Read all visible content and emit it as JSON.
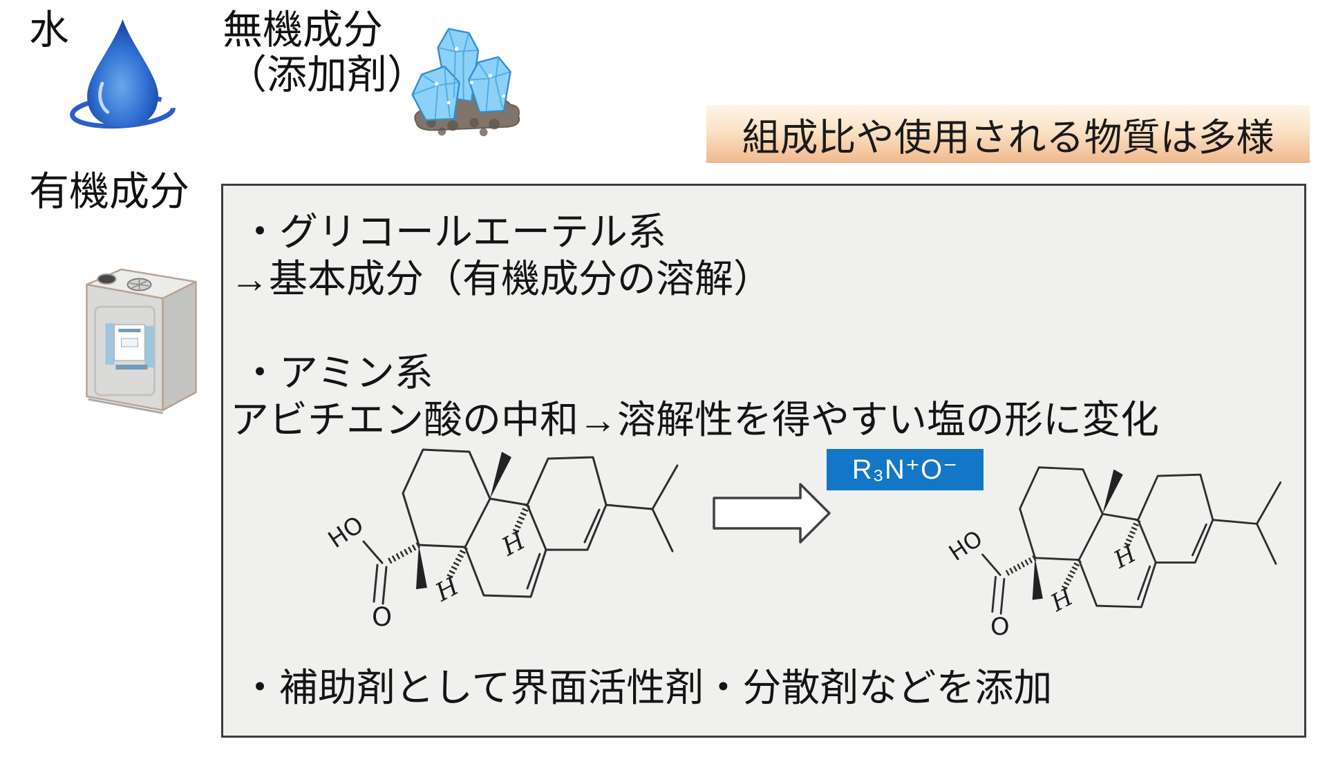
{
  "legend": {
    "water_label": "水",
    "inorganic_label_line1": "無機成分",
    "inorganic_label_line2": "（添加剤）",
    "organic_label": "有機成分"
  },
  "banner": {
    "text": "組成比や使用される物質は多様",
    "bg_top": "#fdf4e9",
    "bg_bottom": "#efb88b"
  },
  "panel": {
    "bg": "#f0f0ee",
    "border": "#3c3c3c",
    "glycol_title": "・グリコールエーテル系",
    "glycol_desc": "→基本成分（有機成分の溶解）",
    "amine_title": "・アミン系",
    "amine_desc": "アビチエン酸の中和→溶解性を得やすい塩の形に変化",
    "auxiliary_line": "・補助剤として界面活性剤・分散剤などを添加",
    "reagent": {
      "formula": "R₃N⁺O⁻",
      "bg": "#1476c6",
      "fg": "#ffffff"
    }
  },
  "molecule": {
    "hydroxyl": "HO",
    "carbonyl_oxygen": "O",
    "stereo_h_upper": "H",
    "stereo_h_lower": "H"
  },
  "icons": {
    "water_drop": "water-drop-icon",
    "crystals": "crystal-icon",
    "solvent_can": "metal-can-icon",
    "arrow": "block-arrow-icon",
    "drop_blue": "#1d5dc4",
    "crystal_blue": "#8ed1f6"
  }
}
